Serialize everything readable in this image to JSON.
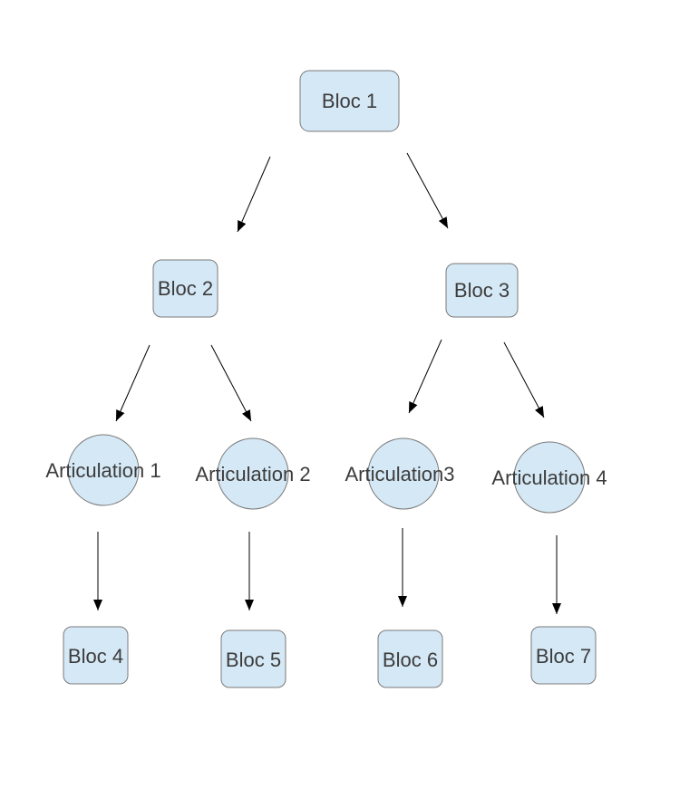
{
  "diagram": {
    "fill_color": "#d5e8f5",
    "stroke_color": "#7a7a7a",
    "text_color": "#3c3c3c",
    "arrow_color": "#000000",
    "nodes": {
      "bloc1": {
        "label": "Bloc 1",
        "shape": "rounded-rectangle"
      },
      "bloc2": {
        "label": "Bloc 2",
        "shape": "rounded-rectangle"
      },
      "bloc3": {
        "label": "Bloc 3",
        "shape": "rounded-rectangle"
      },
      "art1": {
        "label": "Articulation 1",
        "shape": "circle"
      },
      "art2": {
        "label": "Articulation 2",
        "shape": "circle"
      },
      "art3": {
        "label": "Articulation3",
        "shape": "circle"
      },
      "art4": {
        "label": "Articulation 4",
        "shape": "circle"
      },
      "bloc4": {
        "label": "Bloc 4",
        "shape": "rounded-rectangle"
      },
      "bloc5": {
        "label": "Bloc 5",
        "shape": "rounded-rectangle"
      },
      "bloc6": {
        "label": "Bloc 6",
        "shape": "rounded-rectangle"
      },
      "bloc7": {
        "label": "Bloc 7",
        "shape": "rounded-rectangle"
      }
    },
    "edges": [
      {
        "from": "bloc1",
        "to": "bloc2"
      },
      {
        "from": "bloc1",
        "to": "bloc3"
      },
      {
        "from": "bloc2",
        "to": "art1"
      },
      {
        "from": "bloc2",
        "to": "art2"
      },
      {
        "from": "bloc3",
        "to": "art3"
      },
      {
        "from": "bloc3",
        "to": "art4"
      },
      {
        "from": "art1",
        "to": "bloc4"
      },
      {
        "from": "art2",
        "to": "bloc5"
      },
      {
        "from": "art3",
        "to": "bloc6"
      },
      {
        "from": "art4",
        "to": "bloc7"
      }
    ]
  }
}
